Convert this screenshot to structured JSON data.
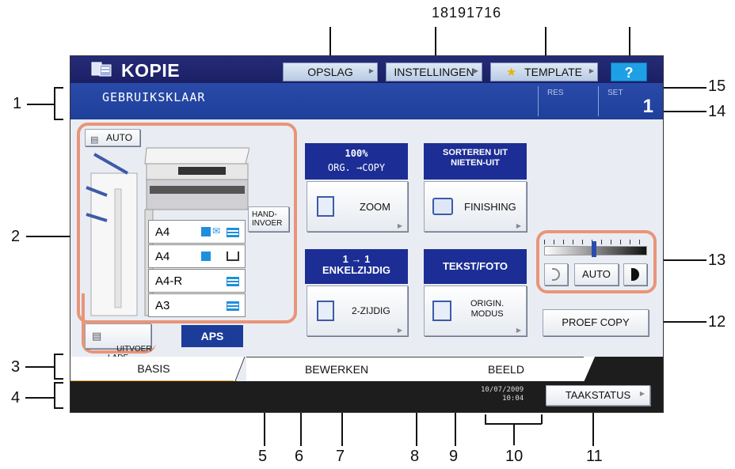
{
  "top_callouts": "18191716",
  "app_title": "KOPIE",
  "toolbar": {
    "storage": "OPSLAG",
    "settings": "INSTELLINGEN",
    "template": "TEMPLATE",
    "help": "?"
  },
  "status": {
    "message": "GEBRUIKSKLAAR",
    "res_label": "RES",
    "set_label": "SET",
    "copies": "1"
  },
  "paper": {
    "auto_label": "AUTO",
    "bypass": "HAND-\nINVOER",
    "output_tray": "UITVOER\nLADE",
    "aps": "APS",
    "trays": [
      {
        "label": "A4"
      },
      {
        "label": "A4"
      },
      {
        "label": "A4-R"
      },
      {
        "label": "A3"
      }
    ]
  },
  "zoom": {
    "info_pct": "100%",
    "info_dir": "ORG. →COPY",
    "button": "ZOOM"
  },
  "finishing": {
    "info": "SORTEREN UIT\nNIETEN-UIT",
    "button": "FINISHING"
  },
  "duplex": {
    "info_top": "1 → 1",
    "info_bottom": "ENKELZIJDIG",
    "button": "2-ZIJDIG"
  },
  "original": {
    "info": "TEKST/FOTO",
    "button": "ORIGIN.\nMODUS"
  },
  "density": {
    "auto": "AUTO"
  },
  "proof_copy": "PROEF COPY",
  "tabs": {
    "basic": "BASIS",
    "edit": "BEWERKEN",
    "image": "BEELD"
  },
  "footer": {
    "date": "10/07/2009",
    "time": "10:04",
    "job_status": "TAAKSTATUS"
  },
  "callouts": {
    "c1": "1",
    "c2": "2",
    "c3": "3",
    "c4": "4",
    "c5": "5",
    "c6": "6",
    "c7": "7",
    "c8": "8",
    "c9": "9",
    "c10": "10",
    "c11": "11",
    "c12": "12",
    "c13": "13",
    "c14": "14",
    "c15": "15"
  },
  "colors": {
    "title_bar": "#1b1f64",
    "status_bar": "#1e3f9a",
    "info_panel": "#1c2e95",
    "highlight_ring": "#e8957a",
    "active_tab_underline": "#e6a43a",
    "help_button": "#1fa0e6"
  }
}
